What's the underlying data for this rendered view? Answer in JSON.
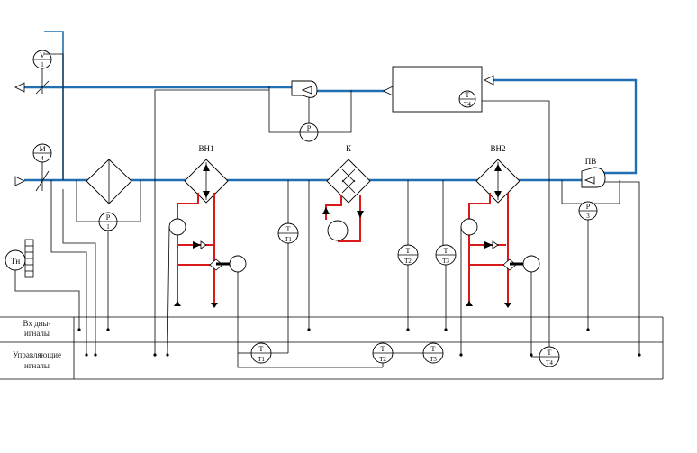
{
  "rows": {
    "row1_label_line1": "Вх дны-",
    "row1_label_line2": "игналы",
    "row2_label_line1": "Управляющие",
    "row2_label_line2": "игналы"
  },
  "equipment": {
    "fan_top": "",
    "heater1": "ВН1",
    "cooler": "К",
    "heater2": "ВН2",
    "fan_supply": "ПВ",
    "upper_box": ""
  },
  "instruments": {
    "i_top_left": {
      "top": "V",
      "bottom": "1"
    },
    "i_mid_left": {
      "top": "М",
      "bottom": "4"
    },
    "i_filter": {
      "top": "Р",
      "bottom": "1"
    },
    "i_fan_top": {
      "top": "Р",
      "bottom": ""
    },
    "i_box": {
      "top": "Т",
      "bottom": "Т4"
    },
    "i_th": {
      "top": "Тн",
      "bottom": ""
    },
    "i_heater1_line": {
      "top": "Т",
      "bottom": "Т1"
    },
    "i_cool_out": {
      "top": "Т",
      "bottom": "Т2"
    },
    "i_heater2_line": {
      "top": "Т",
      "bottom": "Т3"
    },
    "i_fan_supply": {
      "top": "Р",
      "bottom": "3"
    },
    "i_ctrl1": {
      "top": "Т",
      "bottom": "Т1"
    },
    "i_ctrl2": {
      "top": "Т",
      "bottom": "Т2"
    },
    "i_ctrl3": {
      "top": "Т",
      "bottom": "Т3"
    },
    "i_ctrl4": {
      "top": "Т",
      "bottom": "Т4"
    }
  }
}
